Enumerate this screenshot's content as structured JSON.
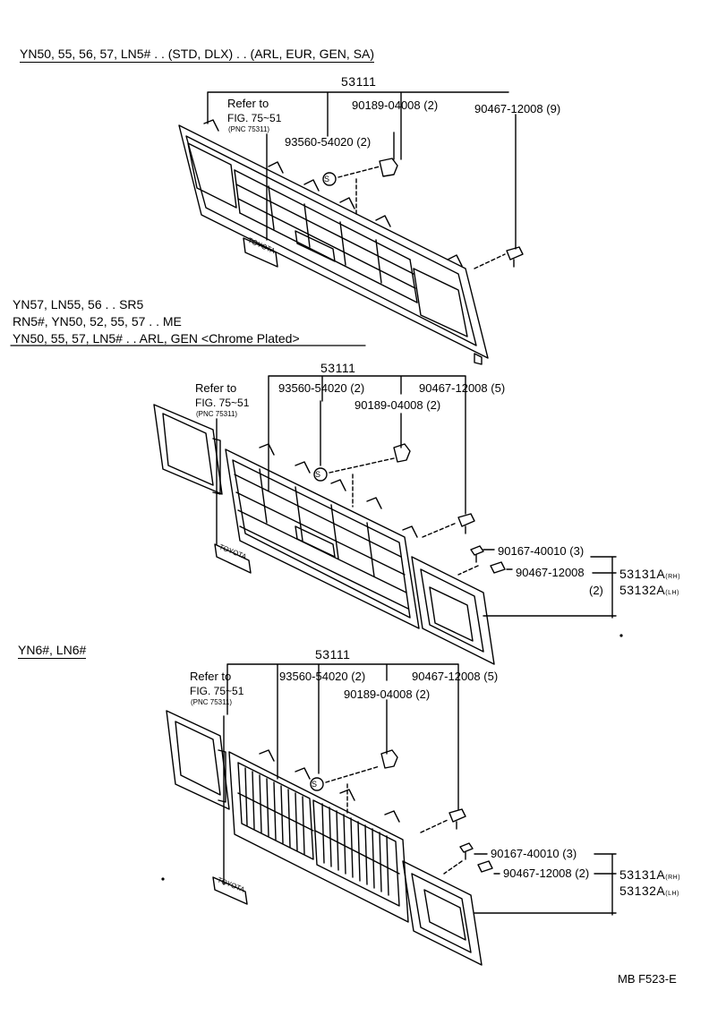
{
  "sections": [
    {
      "header": "YN50, 55, 56, 57, LN5# . . (STD, DLX) . . (ARL, EUR, GEN, SA)",
      "assembly_no": "53111",
      "refer_to": "Refer to",
      "refer_fig": "FIG. 75~51",
      "refer_pnc": "(PNC 75311)",
      "parts": [
        {
          "no": "90189-04008",
          "qty": "(2)"
        },
        {
          "no": "90467-12008",
          "qty": "(9)"
        },
        {
          "no": "93560-54020",
          "qty": "(2)"
        }
      ]
    },
    {
      "header_lines": [
        "YN57, LN55, 56 . . SR5",
        "RN5#, YN50, 52, 55, 57 . . ME",
        "YN50, 55, 57, LN5# . . ARL, GEN"
      ],
      "note": "<Chrome Plated>",
      "assembly_no": "53111",
      "refer_to": "Refer to",
      "refer_fig": "FIG. 75~51",
      "refer_pnc": "(PNC 75311)",
      "parts": [
        {
          "no": "93560-54020",
          "qty": "(2)"
        },
        {
          "no": "90467-12008",
          "qty": "(5)"
        },
        {
          "no": "90189-04008",
          "qty": "(2)"
        },
        {
          "no": "90167-40010",
          "qty": "(3)"
        },
        {
          "no": "90467-12008",
          "qty": "(2)"
        }
      ],
      "lamp_rh": "53131A",
      "lamp_rh_side": "(RH)",
      "lamp_lh": "53132A",
      "lamp_lh_side": "(LH)"
    },
    {
      "header": "YN6#, LN6#",
      "assembly_no": "53111",
      "refer_to": "Refer to",
      "refer_fig": "FIG. 75~51",
      "refer_pnc": "(PNC 75311)",
      "parts": [
        {
          "no": "93560-54020",
          "qty": "(2)"
        },
        {
          "no": "90467-12008",
          "qty": "(5)"
        },
        {
          "no": "90189-04008",
          "qty": "(2)"
        },
        {
          "no": "90167-40010",
          "qty": "(3)"
        },
        {
          "no": "90467-12008",
          "qty": "(2)"
        }
      ],
      "lamp_rh": "53131A",
      "lamp_rh_side": "(RH)",
      "lamp_lh": "53132A",
      "lamp_lh_side": "(LH)"
    }
  ],
  "clip_symbol": "S",
  "emblem_text": "TOYOTA",
  "figure_code": "MB F523-E"
}
